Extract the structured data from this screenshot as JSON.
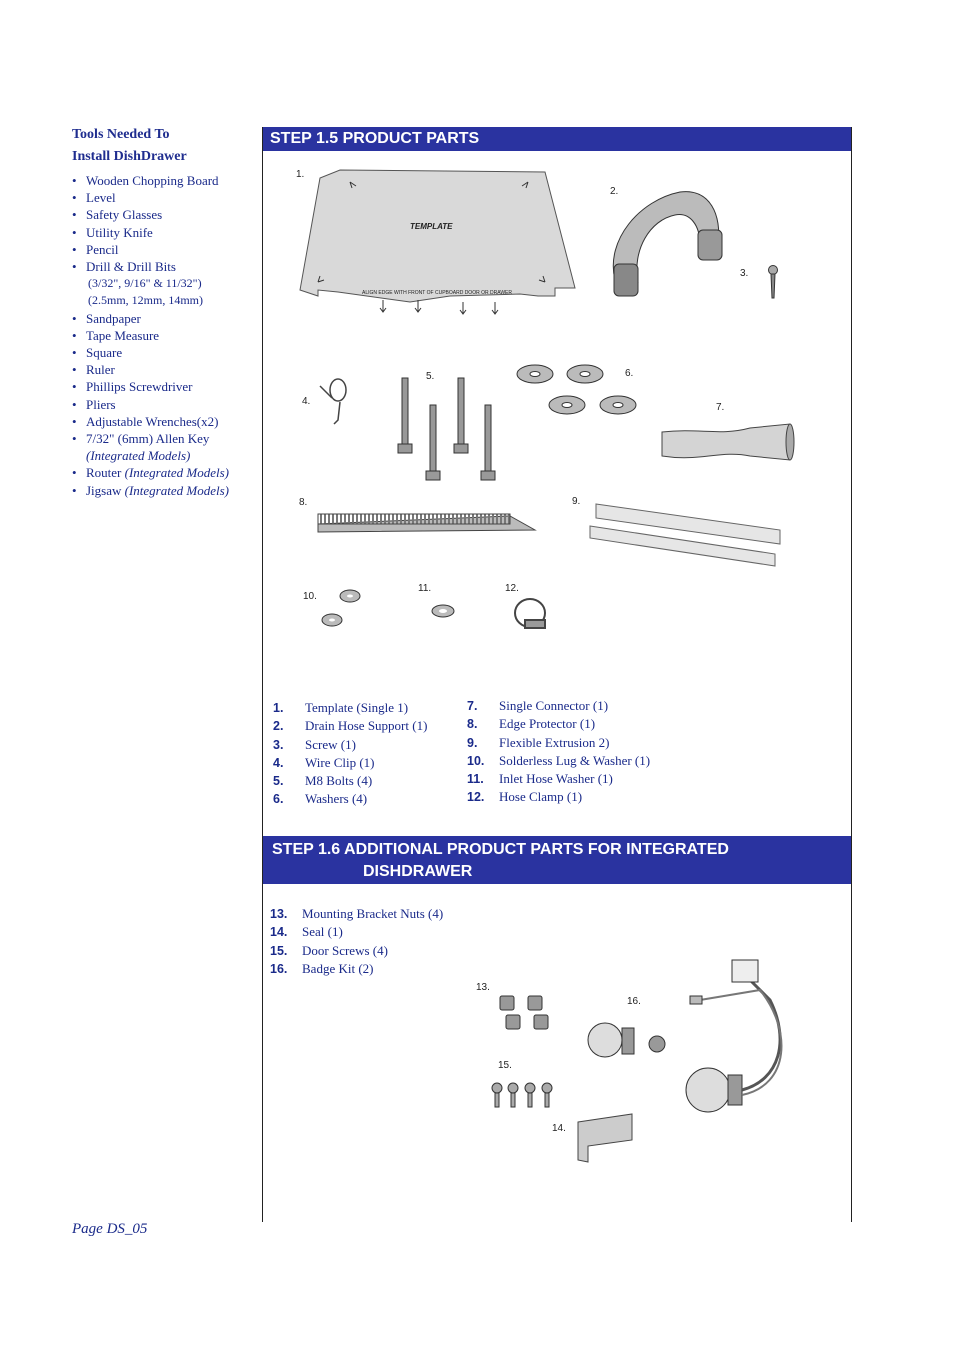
{
  "sidebar": {
    "title_line1": "Tools Needed To",
    "title_line2": "Install DishDrawer",
    "items": [
      "Wooden Chopping Board",
      "Level",
      "Safety Glasses",
      "Utility Knife",
      "Pencil",
      "Drill & Drill Bits"
    ],
    "drill_sizes_line": "(3/32\", 9/16\" & 11/32\")",
    "drill_mm_line": "(2.5mm, 12mm, 14mm)",
    "items2": [
      "Sandpaper",
      "Tape Measure",
      "Square",
      "Ruler",
      "Phillips Screwdriver",
      "Pliers",
      "Adjustable   Wrenches(x2)"
    ],
    "allen_key": "7/32\" (6mm) Allen Key",
    "integrated_note": "(Integrated Models)",
    "router": "Router",
    "jigsaw": "Jigsaw"
  },
  "step15": {
    "title": "STEP  1.5  PRODUCT  PARTS",
    "template_text": "TEMPLATE",
    "template_align": "ALIGN EDGE WITH FRONT OF CUPBOARD DOOR OR DRAWER",
    "fig_labels": [
      "1.",
      "2.",
      "3.",
      "4.",
      "5.",
      "6.",
      "7.",
      "8.",
      "9.",
      "10.",
      "11.",
      "12."
    ],
    "parts_left": [
      {
        "num": "1.",
        "name": "Template (Single 1)"
      },
      {
        "num": "2.",
        "name": "Drain Hose Support (1)"
      },
      {
        "num": "3.",
        "name": "Screw (1)"
      },
      {
        "num": "4.",
        "name": "Wire Clip (1)"
      },
      {
        "num": "5.",
        "name": "M8 Bolts (4)"
      },
      {
        "num": "6.",
        "name": "Washers (4)"
      }
    ],
    "parts_right": [
      {
        "num": "7.",
        "name": "Single Connector (1)"
      },
      {
        "num": "8.",
        "name": "Edge Protector (1)"
      },
      {
        "num": "9.",
        "name": "Flexible Extrusion 2)"
      },
      {
        "num": "10.",
        "name": "Solderless Lug & Washer (1)"
      },
      {
        "num": "11.",
        "name": "Inlet Hose Washer (1)"
      },
      {
        "num": "12.",
        "name": "Hose Clamp (1)"
      }
    ]
  },
  "step16": {
    "title_line1": "STEP  1.6  ADDITIONAL PRODUCT PARTS FOR INTEGRATED",
    "title_line2": "DISHDRAWER",
    "fig_labels": [
      "13.",
      "14.",
      "15.",
      "16."
    ],
    "parts": [
      {
        "num": "13.",
        "name": "Mounting Bracket Nuts (4)"
      },
      {
        "num": "14.",
        "name": "Seal (1)"
      },
      {
        "num": "15.",
        "name": "Door Screws (4)"
      },
      {
        "num": "16.",
        "name": "Badge Kit (2)"
      }
    ]
  },
  "footer": {
    "page": "Page DS_05"
  },
  "colors": {
    "accent": "#2a33a0",
    "text": "#1a2a8a"
  }
}
